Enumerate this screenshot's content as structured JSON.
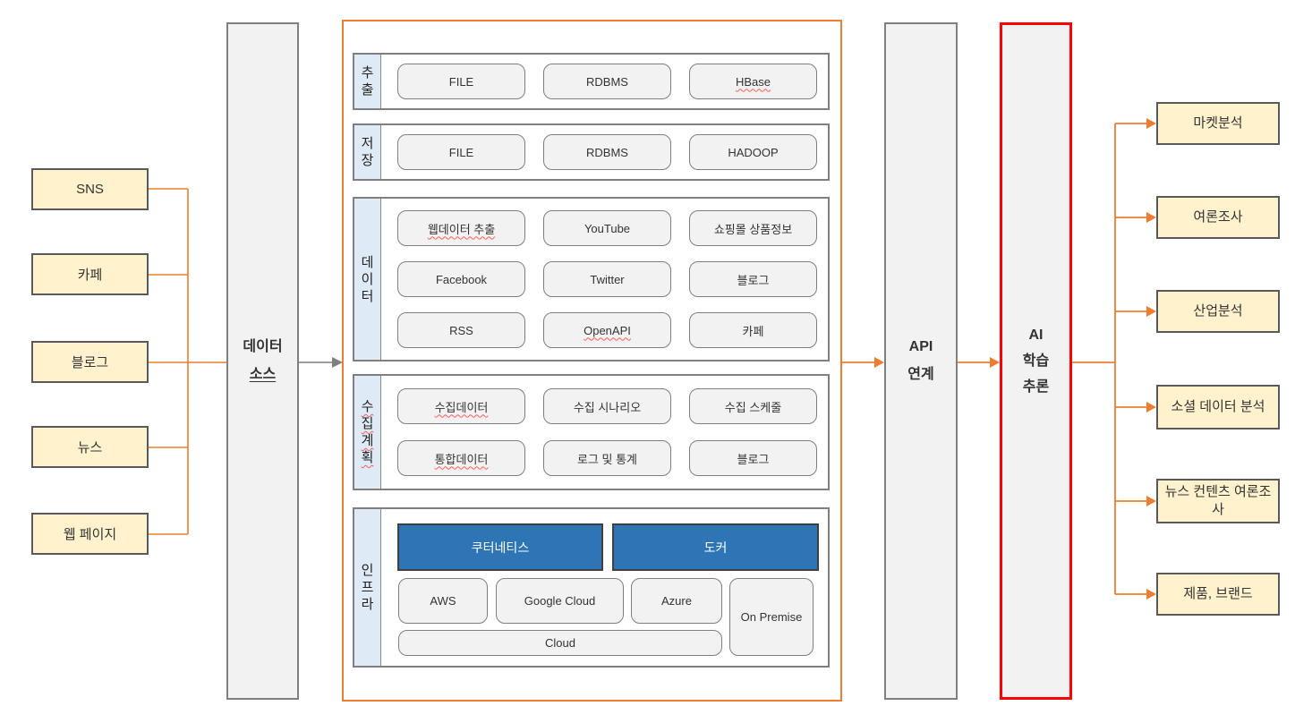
{
  "left_sources": {
    "items": [
      {
        "label": "SNS"
      },
      {
        "label": "카페"
      },
      {
        "label": "블로그"
      },
      {
        "label": "뉴스"
      },
      {
        "label": "웹 페이지"
      }
    ]
  },
  "data_source_column": {
    "line1": "데이터",
    "line2": "소스"
  },
  "pipeline_rows": [
    {
      "key": "extract",
      "label": "추출",
      "items": [
        {
          "label": "FILE"
        },
        {
          "label": "RDBMS"
        },
        {
          "label": "HBase",
          "spellcheck": true
        }
      ]
    },
    {
      "key": "store",
      "label": "저장",
      "items": [
        {
          "label": "FILE"
        },
        {
          "label": "RDBMS"
        },
        {
          "label": "HADOOP"
        }
      ]
    },
    {
      "key": "data",
      "label": "데이터",
      "items": [
        {
          "label": "웹데이터 추출",
          "spellcheck": true
        },
        {
          "label": "YouTube"
        },
        {
          "label": "쇼핑몰 상품정보"
        },
        {
          "label": "Facebook"
        },
        {
          "label": "Twitter"
        },
        {
          "label": "블로그"
        },
        {
          "label": "RSS"
        },
        {
          "label": "OpenAPI",
          "spellcheck": true
        },
        {
          "label": "카페"
        }
      ]
    },
    {
      "key": "plan",
      "label": "수집계획",
      "label_spellcheck": true,
      "items": [
        {
          "label": "수집데이터",
          "spellcheck": true
        },
        {
          "label": "수집 시나리오"
        },
        {
          "label": "수집 스케줄"
        },
        {
          "label": "통합데이터",
          "spellcheck": true
        },
        {
          "label": "로그 및 통계"
        },
        {
          "label": "블로그"
        }
      ]
    },
    {
      "key": "infra",
      "label": "인프라",
      "platform_items": [
        {
          "label": "쿠터네티스"
        },
        {
          "label": "도커"
        }
      ],
      "cloud_items": [
        {
          "label": "AWS"
        },
        {
          "label": "Google Cloud"
        },
        {
          "label": "Azure"
        },
        {
          "label": "On Premise"
        },
        {
          "label": "Cloud"
        }
      ]
    }
  ],
  "api_column": {
    "line1": "API",
    "line2": "연계"
  },
  "ai_column": {
    "line1": "AI",
    "line2": "학습",
    "line3": "추론"
  },
  "right_outputs": {
    "items": [
      {
        "label": "마켓분석"
      },
      {
        "label": "여론조사"
      },
      {
        "label": "산업분석"
      },
      {
        "label": "소셜 데이터 분석"
      },
      {
        "label": "뉴스 컨텐츠 여론조사"
      },
      {
        "label": "제품, 브랜드"
      }
    ]
  },
  "colors": {
    "accent_orange": "#ED7D31",
    "accent_red": "#FE0000",
    "source_yellow": "#FFF2CC",
    "panel_gray": "#F2F2F2",
    "label_blue": "#DEEBF7",
    "platform_blue": "#2E75B6",
    "border_gray": "#7F7F7F",
    "border_dark": "#595959"
  }
}
